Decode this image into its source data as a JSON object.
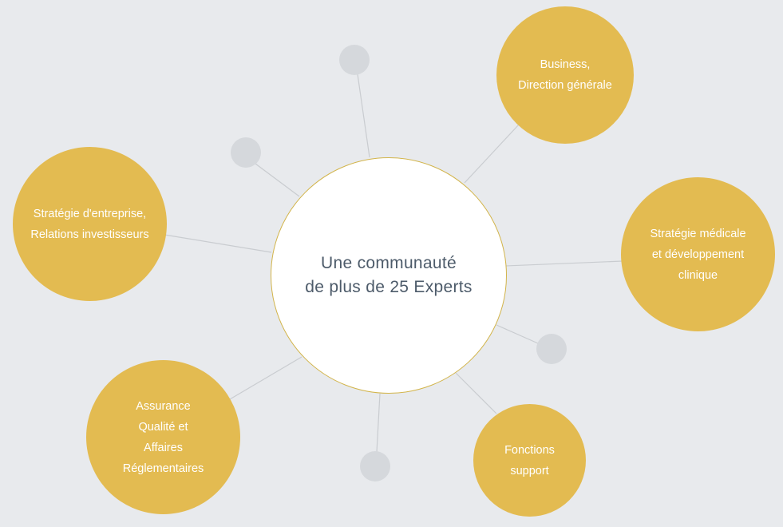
{
  "diagram": {
    "colors": {
      "background": "#e8eaed",
      "center_fill": "#ffffff",
      "center_border": "#d2b44a",
      "center_text": "#4d5b6a",
      "topic_fill": "#e3bb51",
      "topic_text": "#ffffff",
      "dot_fill": "#d5d8dc",
      "connector": "#c9ccd0"
    },
    "center": {
      "label": "Une communauté\nde plus de 25 Experts"
    },
    "topics": [
      {
        "label": "Business,\nDirection générale"
      },
      {
        "label": "Stratégie médicale\net développement\nclinique"
      },
      {
        "label": "Fonctions\nsupport"
      },
      {
        "label": "Assurance\nQualité et\nAffaires\nRéglementaires"
      },
      {
        "label": "Stratégie d'entreprise,\nRelations investisseurs"
      }
    ]
  }
}
